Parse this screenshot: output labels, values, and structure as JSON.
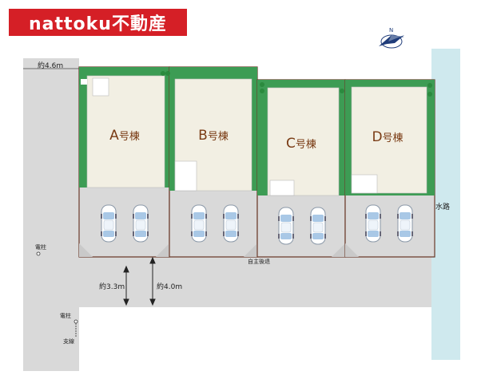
{
  "brand": {
    "name": "nattoku不動産",
    "color": "#d51f26"
  },
  "lots": [
    {
      "id": "A",
      "suffix": "号棟"
    },
    {
      "id": "B",
      "suffix": "号棟"
    },
    {
      "id": "C",
      "suffix": "号棟"
    },
    {
      "id": "D",
      "suffix": "号棟"
    }
  ],
  "labels": {
    "west_road_width": "約4.6m",
    "road_width_1": "約3.3m",
    "road_width_2": "約4.0m",
    "setback": "自主後退",
    "waterway": "水路",
    "utility_pole_1": "電柱",
    "utility_pole_2": "電柱",
    "guy_wire": "支線"
  },
  "colors": {
    "road": "#d9d9d9",
    "lawn": "#3d9c54",
    "building": "#f2efe3",
    "waterway": "#cfe9ee",
    "lot_label": "#7a3b14"
  },
  "icons": {
    "compass": "north-arrow-icon",
    "car": "car-icon"
  }
}
